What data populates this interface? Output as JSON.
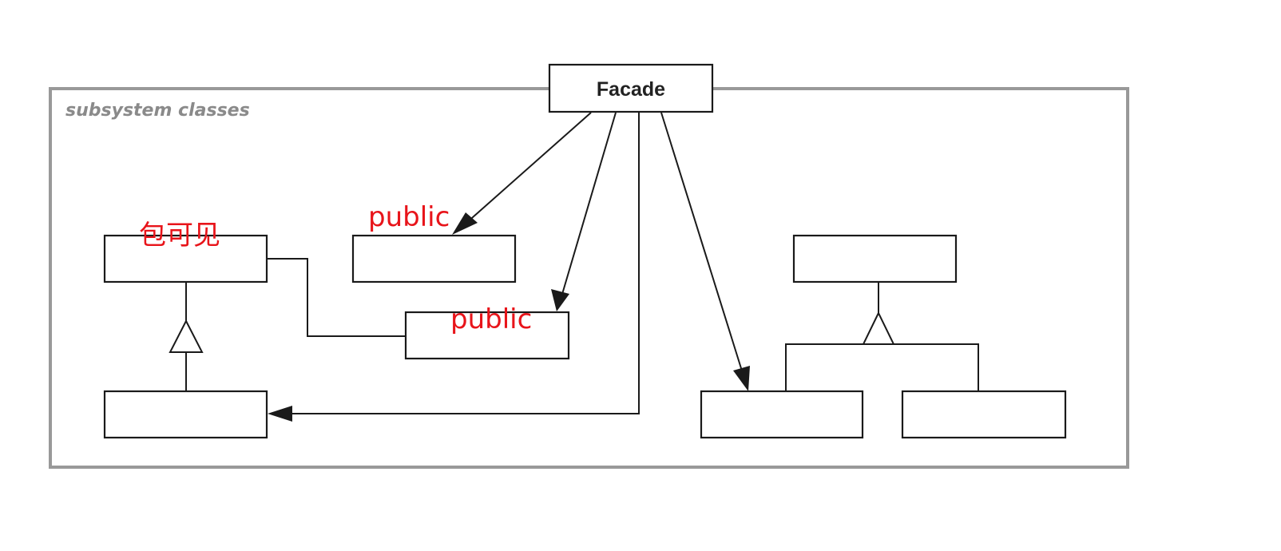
{
  "subsystem": {
    "label": "subsystem classes"
  },
  "facade": {
    "label": "Facade"
  },
  "annotations": {
    "package_visible": "包可见",
    "public_top": "public",
    "public_middle": "public"
  },
  "colors": {
    "annotation": "#e8141a",
    "frame": "#999999",
    "stroke": "#1a1a1a"
  }
}
